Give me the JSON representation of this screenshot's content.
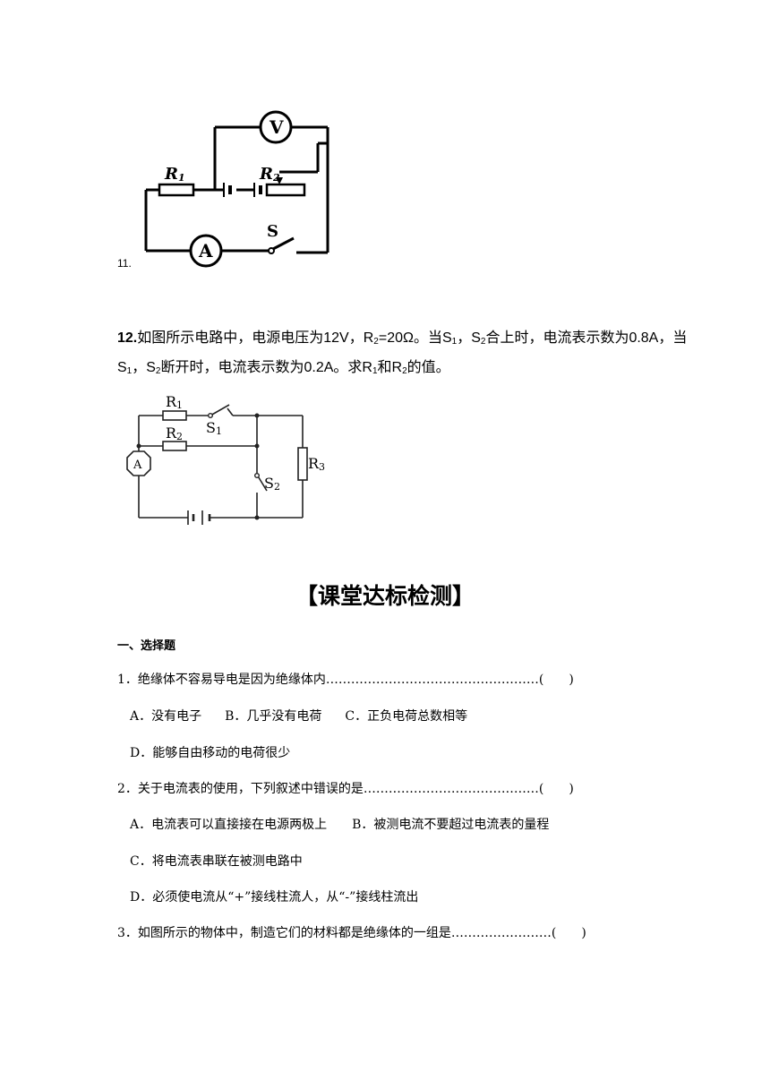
{
  "q11": {
    "number": "11."
  },
  "q12": {
    "number": "12.",
    "text_a": "如图所示电路中，电源电压为12V，R",
    "text_b": "=20Ω。当S",
    "text_c": "，S",
    "text_d": "合上时，电流表示数为0.8A，当S",
    "text_e": "，S",
    "text_f": "断开时，电流表示数为0.2A。求R",
    "text_g": "和R",
    "text_h": "的值。",
    "sub_2": "2",
    "sub_1": "1"
  },
  "section_title": "【课堂达标检测】",
  "part_title": "一、选择题",
  "questions": [
    {
      "stem": "1．绝缘体不容易导电是因为绝缘体内……………………………………………(　　)",
      "options_line1": [
        "A．没有电子",
        "B．几乎没有电荷",
        "C．正负电荷总数相等"
      ],
      "options_line2": [
        "D．能够自由移动的电荷很少"
      ]
    },
    {
      "stem": "2．关于电流表的使用，下列叙述中错误的是……………………………………(　　)",
      "options_line1": [
        "A．电流表可以直接接在电源两极上",
        "B．被测电流不要超过电流表的量程"
      ],
      "options_line2": [
        "C．将电流表串联在被测电路中"
      ],
      "options_line3": [
        "D．必须使电流从“+”接线柱流人，从“-”接线柱流出"
      ]
    },
    {
      "stem": "3．如图所示的物体中，制造它们的材料都是绝缘体的一组是……………………(　　)"
    }
  ],
  "diagram11": {
    "voltmeter": "V",
    "ammeter": "A",
    "r1": "R",
    "r1_sub": "1",
    "r2": "R",
    "r2_sub": "2",
    "switch": "S"
  },
  "diagram12": {
    "r1": "R",
    "r1_sub": "1",
    "r2": "R",
    "r2_sub": "2",
    "r3": "R",
    "r3_sub": "3",
    "s1": "S",
    "s1_sub": "1",
    "s2": "S",
    "s2_sub": "2",
    "ammeter": "A"
  }
}
